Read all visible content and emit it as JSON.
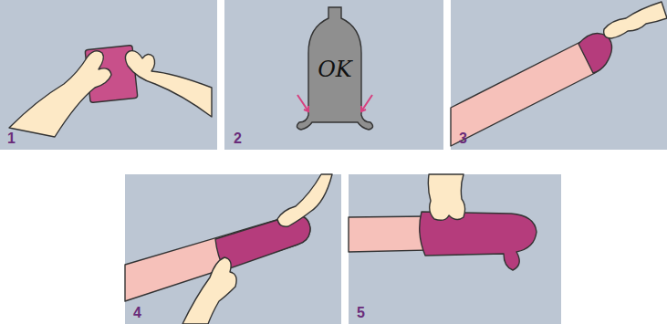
{
  "diagram": {
    "labels": [
      "1",
      "OK",
      "2",
      "3",
      "4",
      "5"
    ]
  }
}
